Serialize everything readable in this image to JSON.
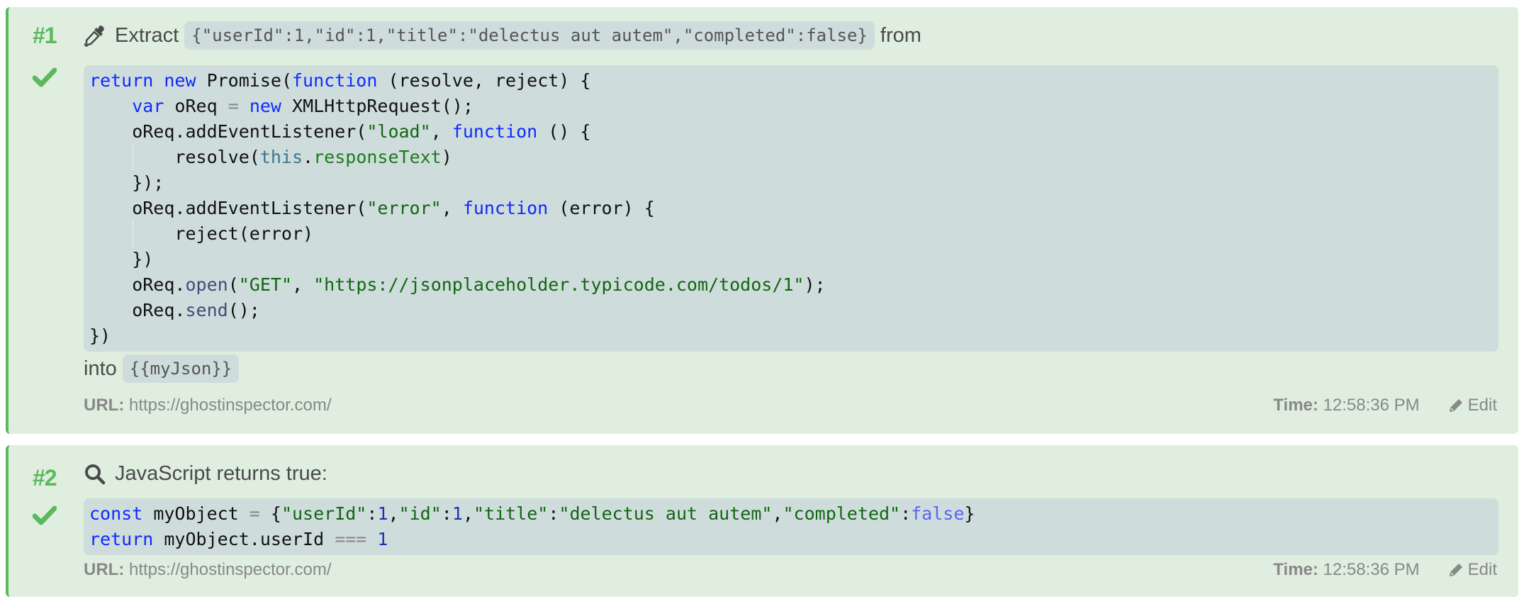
{
  "steps": [
    {
      "number": "#1",
      "status": "passed",
      "action_icon": "eyedropper-icon",
      "action_label": "Extract",
      "extract_value": "{\"userId\":1,\"id\":1,\"title\":\"delectus aut autem\",\"completed\":false}",
      "from_label": "from",
      "code_lines": [
        "return new Promise(function (resolve, reject) {",
        "    var oReq = new XMLHttpRequest();",
        "    oReq.addEventListener(\"load\", function () {",
        "        resolve(this.responseText)",
        "    });",
        "    oReq.addEventListener(\"error\", function (error) {",
        "        reject(error)",
        "    })",
        "    oReq.open(\"GET\", \"https://jsonplaceholder.typicode.com/todos/1\");",
        "    oReq.send();",
        "})"
      ],
      "into_label": "into",
      "into_variable": "{{myJson}}",
      "url_label": "URL:",
      "url": "https://ghostinspector.com/",
      "time_label": "Time:",
      "time": "12:58:36 PM",
      "edit_label": "Edit"
    },
    {
      "number": "#2",
      "status": "passed",
      "action_icon": "search-icon",
      "action_label": "JavaScript returns true:",
      "code_lines": [
        "const myObject = {\"userId\":1,\"id\":1,\"title\":\"delectus aut autem\",\"completed\":false}",
        "return myObject.userId === 1"
      ],
      "url_label": "URL:",
      "url": "https://ghostinspector.com/",
      "time_label": "Time:",
      "time": "12:58:36 PM",
      "edit_label": "Edit"
    }
  ],
  "colors": {
    "success": "#5cb85c",
    "card_bg": "#dfeedf",
    "code_bg": "#cfdcdc",
    "keyword": "#0d2bff",
    "string": "#116611",
    "muted": "#888888"
  }
}
